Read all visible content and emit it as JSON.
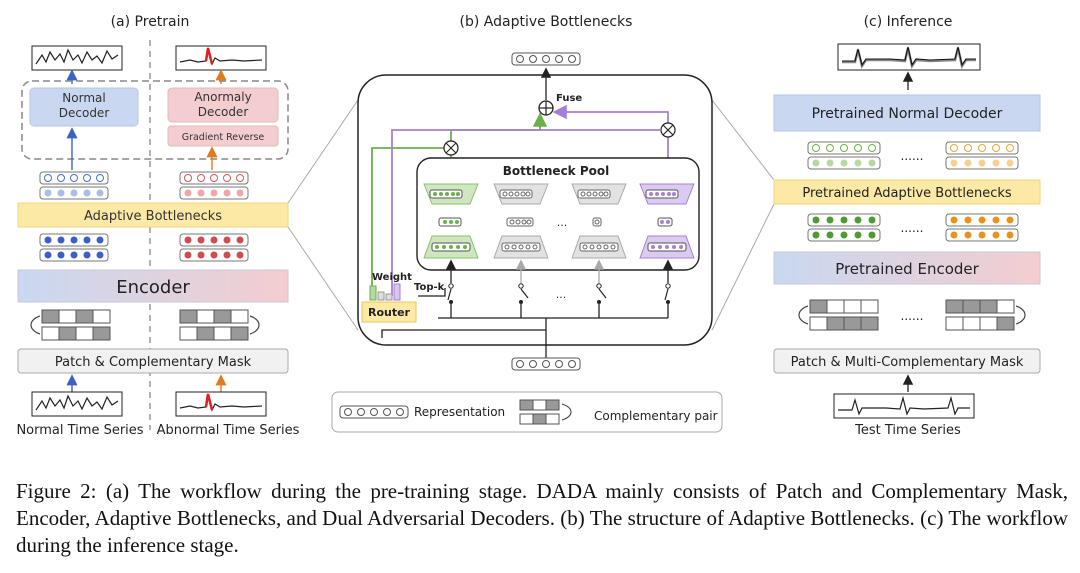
{
  "panels": {
    "pretrain": {
      "title": "(a) Pretrain"
    },
    "bottleneck": {
      "title": "(b) Adaptive Bottlenecks"
    },
    "inference": {
      "title": "(c) Inference"
    }
  },
  "pretrain": {
    "normal_decoder": [
      "Normal",
      "Decoder"
    ],
    "anomaly_decoder": [
      "Anormaly",
      "Decoder"
    ],
    "gradient_reverse": "Gradient Reverse",
    "adaptive_bottlenecks": "Adaptive Bottlenecks",
    "encoder": "Encoder",
    "patch_mask": "Patch & Complementary Mask",
    "normal_series": "Normal Time Series",
    "abnormal_series": "Abnormal Time Series"
  },
  "bottleneck": {
    "fuse": "Fuse",
    "pool": "Bottleneck Pool",
    "weight": "Weight",
    "topk": "Top-k",
    "router": "Router",
    "dots": "...",
    "legend_representation": "Representation",
    "legend_complementary": "Complementary pair"
  },
  "inference": {
    "normal_decoder": "Pretrained Normal Decoder",
    "adaptive_bottlenecks": "Pretrained Adaptive Bottlenecks",
    "encoder": "Pretrained Encoder",
    "mask": "Patch & Multi-Complementary Mask",
    "test_series": "Test Time Series",
    "dots": "......"
  },
  "caption": "Figure 2: (a) The workflow during the pre-training stage. DADA mainly consists of Patch and Complementary Mask, Encoder, Adaptive Bottlenecks, and Dual Adversarial Decoders. (b) The structure of Adaptive Bottlenecks. (c) The workflow during the inference stage.",
  "colors": {
    "blue_box": "#c9d8f0",
    "red_box": "#f3cdd0",
    "yellow_box": "#fde9a6",
    "green": "#6ab04c",
    "purple": "#a77fd6",
    "blue_dot": "#4a6fd1",
    "red_dot": "#d45a5a",
    "orange_dot": "#f0a43a",
    "anomaly_red": "#e02020"
  }
}
